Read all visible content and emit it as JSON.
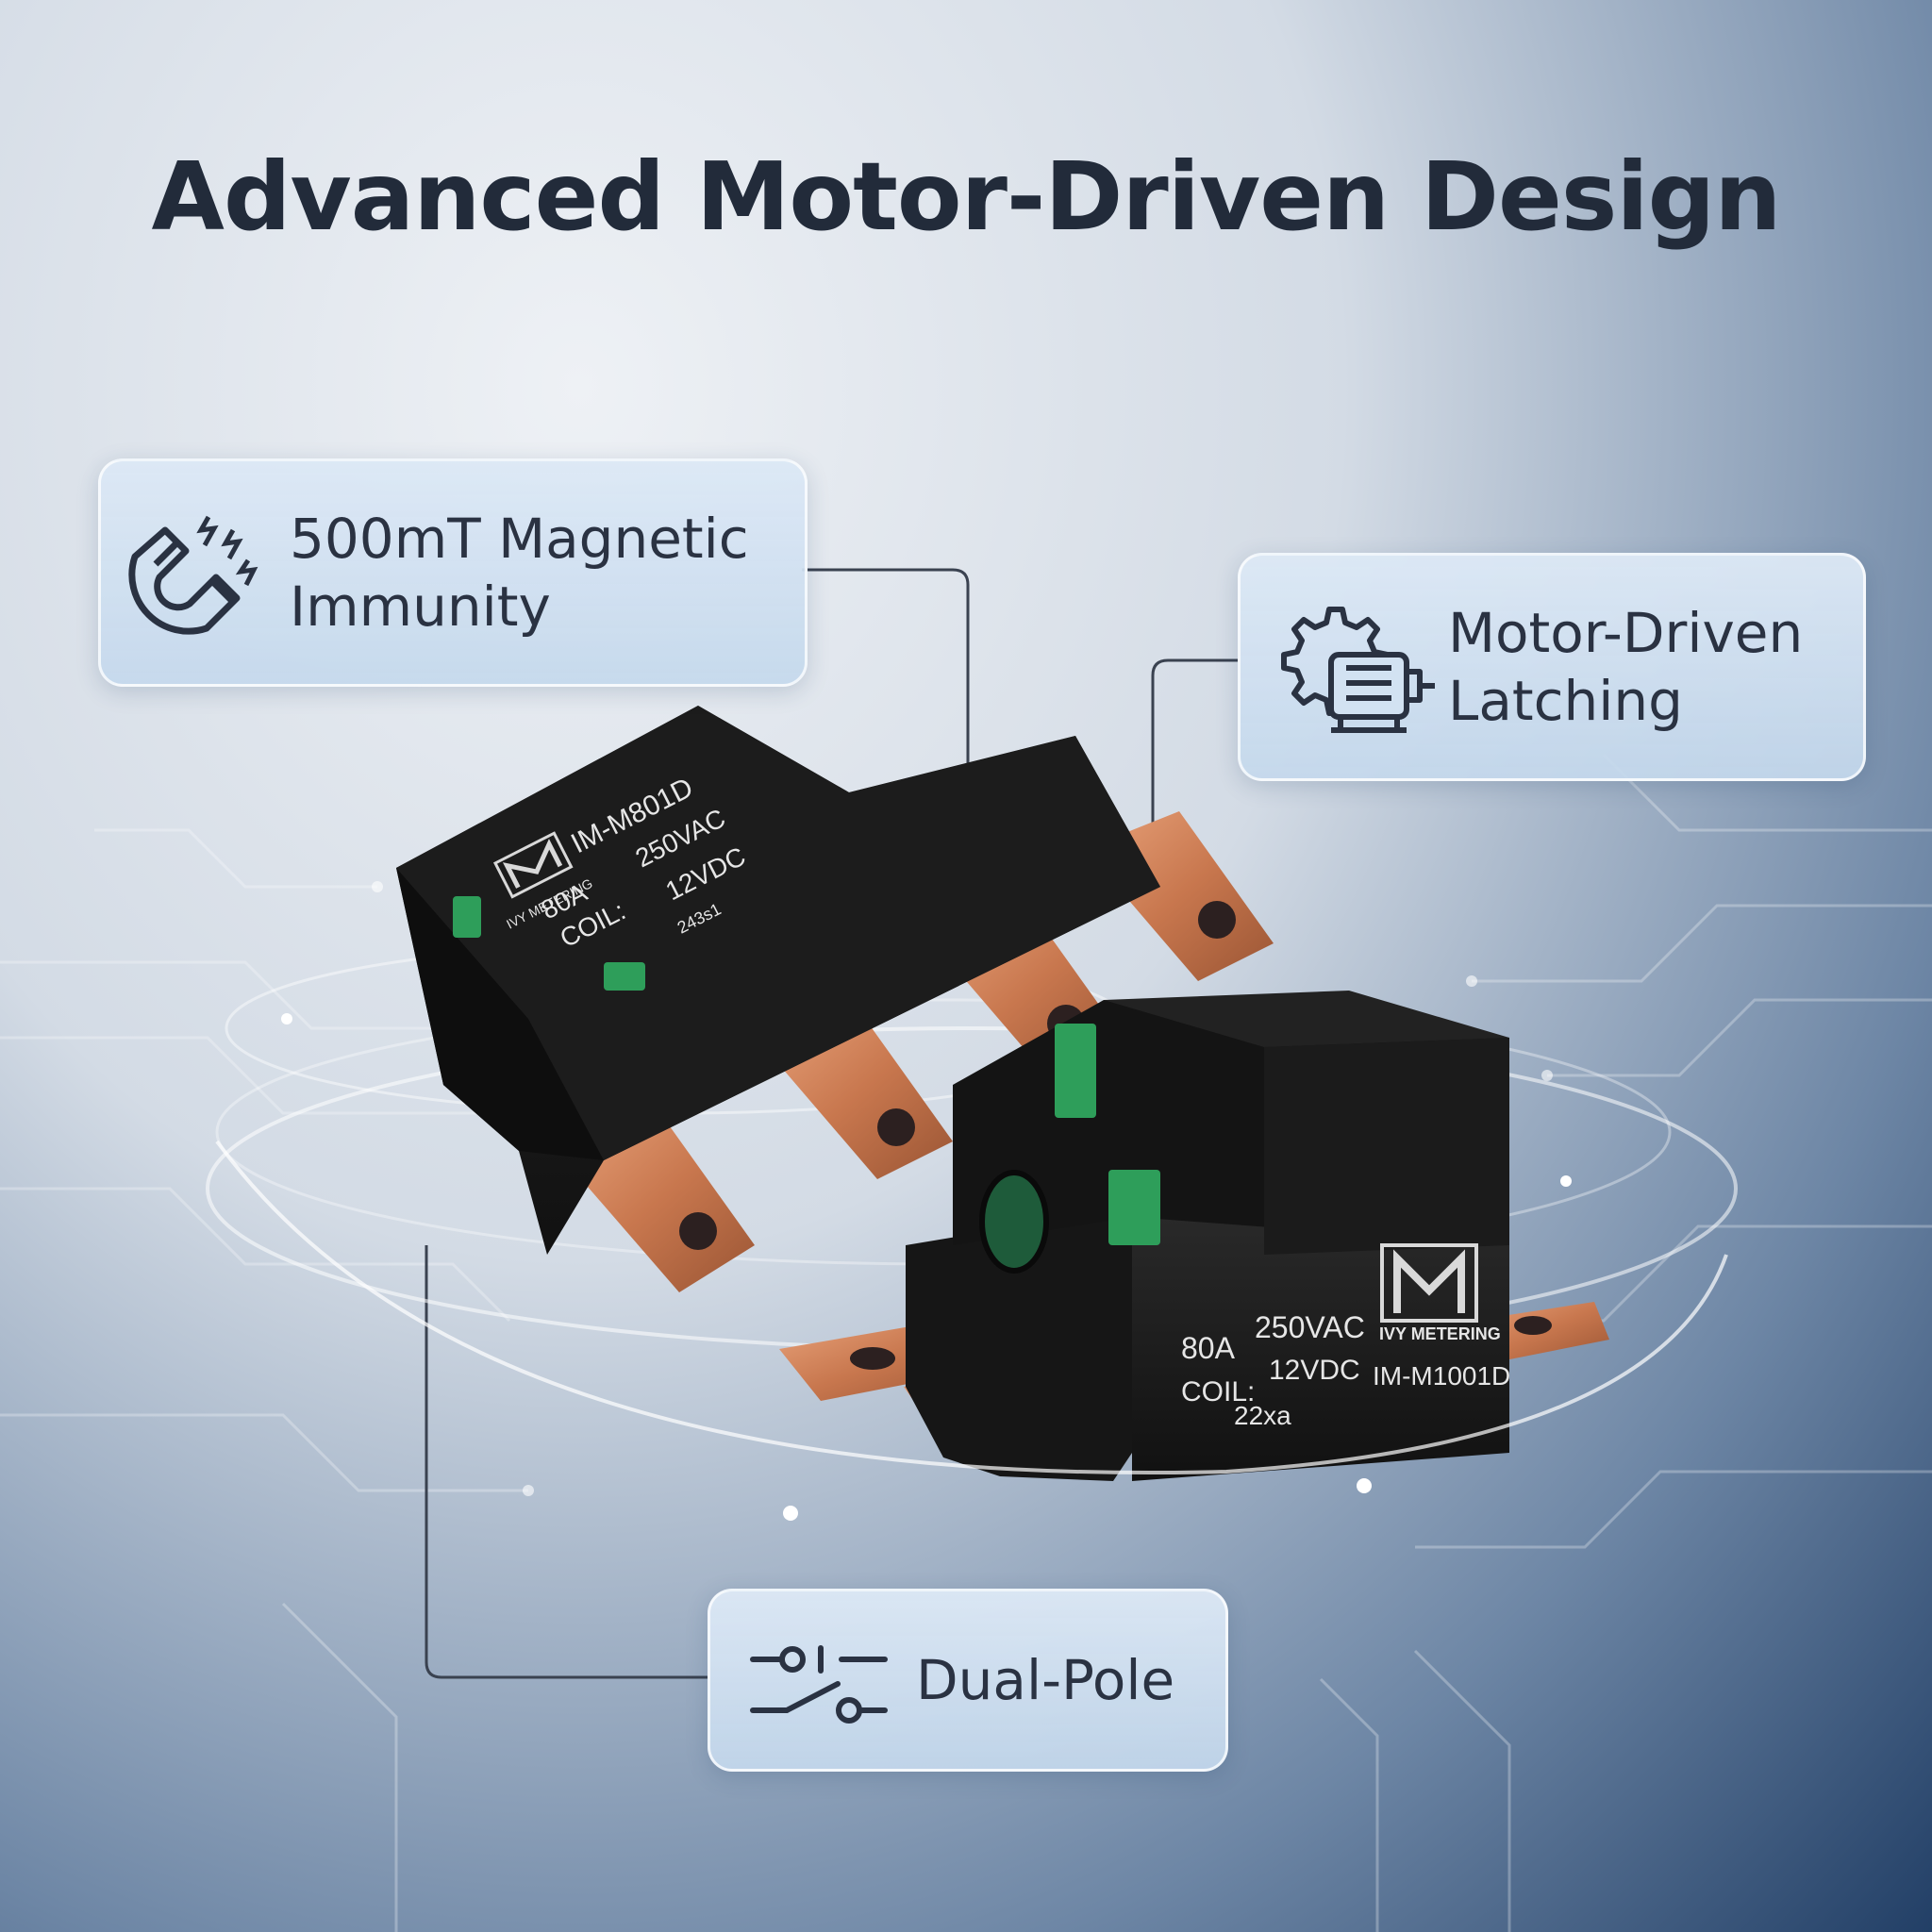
{
  "title": "Advanced Motor-Driven Design",
  "features": [
    {
      "label": "500mT Magnetic\nImmunity",
      "icon": "magnet-icon"
    },
    {
      "label": "Motor-Driven\nLatching",
      "icon": "gear-motor-icon"
    },
    {
      "label": "Dual-Pole",
      "icon": "switch-icon"
    }
  ],
  "relay_a": {
    "brand": "IVY METERING",
    "model": "IM-M801D",
    "current": "80A",
    "voltage": "250VAC",
    "coil_label": "COIL:",
    "coil_voltage": "12VDC",
    "batch": "243s1"
  },
  "relay_b": {
    "brand": "IVY METERING",
    "model": "IM-M1001D",
    "current": "80A",
    "voltage": "250VAC",
    "coil_label": "COIL:",
    "coil_voltage": "12VDC",
    "batch": "22xa"
  },
  "colors": {
    "title": "#222b3a",
    "copper": "#c8774e",
    "relay_body": "#1a1a1a",
    "pcb": "#2e9e5a"
  }
}
